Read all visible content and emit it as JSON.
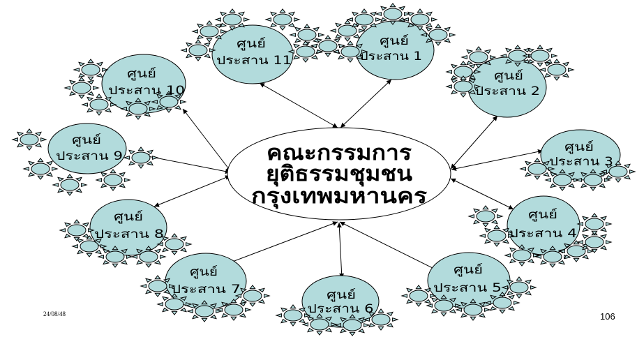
{
  "slide": {
    "center": {
      "lines": [
        "คณะกรรมการ",
        "ยุติธรรมชุมชน",
        "กรุงเทพมหานคร"
      ]
    },
    "nodes": [
      {
        "line1": "ศูนย์",
        "line2": "ประสาน 1"
      },
      {
        "line1": "ศูนย์",
        "line2": "ประสาน 2"
      },
      {
        "line1": "ศูนย์",
        "line2": "ประสาน 3"
      },
      {
        "line1": "ศูนย์",
        "line2": "ประสาน 4"
      },
      {
        "line1": "ศูนย์",
        "line2": "ประสาน 5"
      },
      {
        "line1": "ศูนย์",
        "line2": "ประสาน 6"
      },
      {
        "line1": "ศูนย์",
        "line2": "ประสาน 7"
      },
      {
        "line1": "ศูนย์",
        "line2": "ประสาน 8"
      },
      {
        "line1": "ศูนย์",
        "line2": "ประสาน 9"
      },
      {
        "line1": "ศูนย์",
        "line2": "ประสาน 10"
      },
      {
        "line1": "ศูนย์",
        "line2": "ประสาน 11"
      }
    ],
    "footer": {
      "date": "24/08/48",
      "page_number": "106"
    }
  },
  "icons": {
    "decoration": "sun-icon",
    "connector": "double-headed-arrow"
  },
  "colors": {
    "background": "#ffffff",
    "node_fill": "#b2dbdc",
    "sun_fill": "#b2dbdc",
    "center_fill": "#ffffff",
    "outline": "#000000"
  }
}
